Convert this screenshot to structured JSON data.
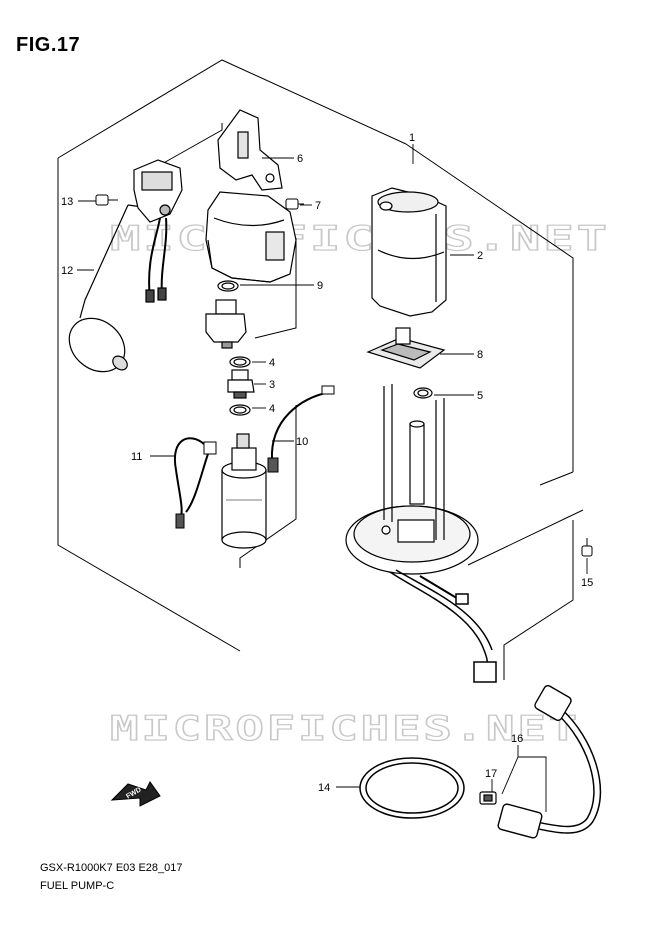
{
  "figure": {
    "title": "FIG.17"
  },
  "footer": {
    "model_code": "GSX-R1000K7 E03 E28_017",
    "part_group": "FUEL PUMP-C"
  },
  "watermark": {
    "text": "MICROFICHES.NET"
  },
  "arrow_label": "FWD",
  "callouts": {
    "c1": "1",
    "c2": "2",
    "c3": "3",
    "c4a": "4",
    "c4b": "4",
    "c5": "5",
    "c6": "6",
    "c7": "7",
    "c8": "8",
    "c9": "9",
    "c10": "10",
    "c11": "11",
    "c12": "12",
    "c13": "13",
    "c14": "14",
    "c15": "15",
    "c16": "16",
    "c17": "17"
  }
}
